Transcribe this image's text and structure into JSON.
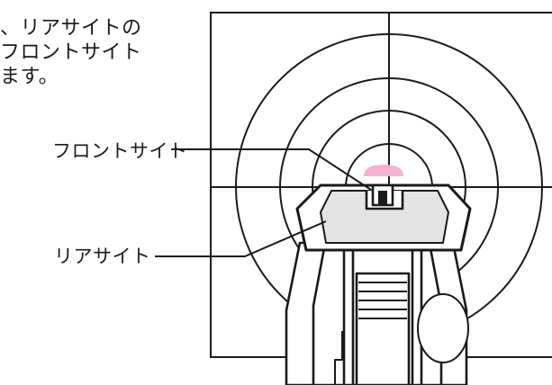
{
  "intro_lines": [
    "、リアサイトの",
    "フロントサイト",
    "ます。"
  ],
  "labels": {
    "front_sight": "フロントサイト",
    "rear_sight": "リアサイト"
  },
  "colors": {
    "line": "#1a1a1a",
    "sight_fill": "#e4e4e4",
    "target_highlight": "#f2b3d2"
  },
  "icons": [
    "pistol-sight-icon",
    "target-rings-icon"
  ]
}
